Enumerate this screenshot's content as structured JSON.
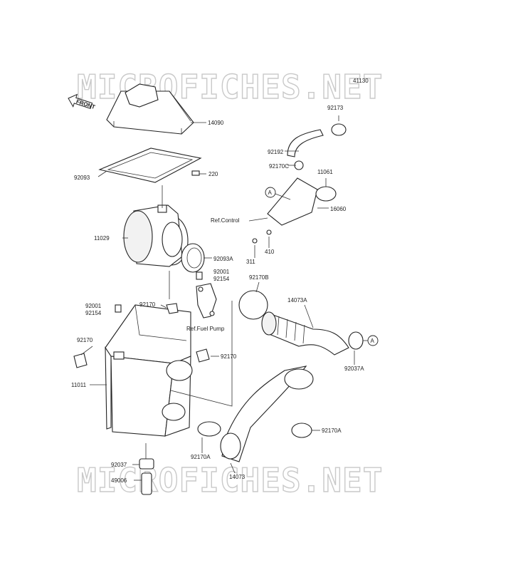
{
  "watermark": "MICROFICHES.NET",
  "front_label": "FRONT",
  "callout_letter": "A",
  "labels": {
    "l41130": "41130",
    "l92173": "92173",
    "l14090": "14090",
    "l92192": "92192",
    "l92170C": "92170C",
    "l11061": "11061",
    "l92093": "92093",
    "l220": "220",
    "l16060": "16060",
    "refControl": "Ref.Control",
    "l11029": "11029",
    "l410": "410",
    "l311": "311",
    "l92093A": "92093A",
    "l92001a": "92001",
    "l92154a": "92154",
    "l92170B": "92170B",
    "l92001b": "92001",
    "l92154b": "92154",
    "l92170a": "92170",
    "l14073A": "14073A",
    "refFuelPump": "Ref.Fuel Pump",
    "l92170b": "92170",
    "l92170c": "92170",
    "l92037A": "92037A",
    "l11011": "11011",
    "l92170Aa": "92170A",
    "l92170Ab": "92170A",
    "l92037": "92037",
    "l14073": "14073",
    "l49006": "49006"
  }
}
